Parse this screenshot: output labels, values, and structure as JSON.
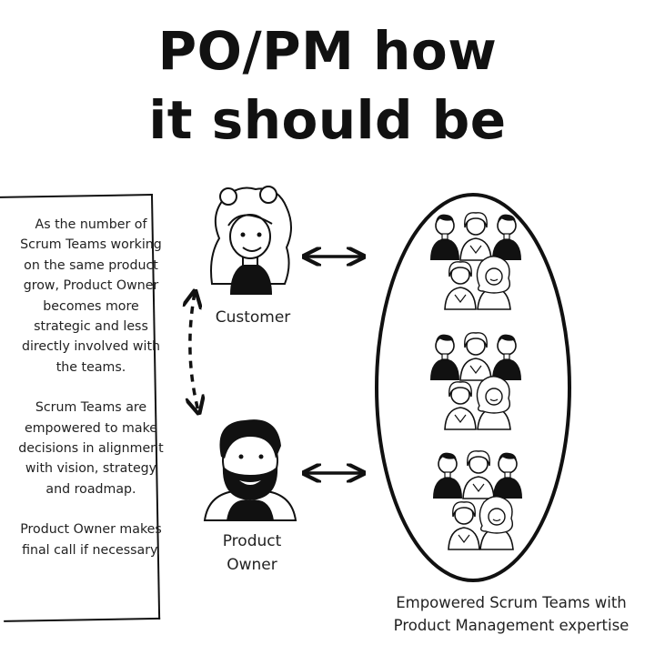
{
  "title": {
    "line1": "PO/PM how",
    "line2": "it should be"
  },
  "sidebar": {
    "paragraph1": "As the number of Scrum Teams working on the same product grow, Product Owner becomes more strategic and less directly involved with the teams.",
    "paragraph2": "Scrum Teams are empowered to make decisions in alignment with vision, strategy and roadmap.",
    "paragraph3": "Product Owner makes final call if necessary."
  },
  "nodes": {
    "customer": "Customer",
    "product_owner_line1": "Product",
    "product_owner_line2": "Owner",
    "teams_line1": "Empowered Scrum Teams with",
    "teams_line2": "Product Management expertise"
  },
  "icons": {
    "customer": "woman-avatar-icon",
    "product_owner": "bearded-man-avatar-icon",
    "team_member": "person-avatar-icon"
  },
  "colors": {
    "ink": "#111111",
    "background": "#ffffff"
  }
}
